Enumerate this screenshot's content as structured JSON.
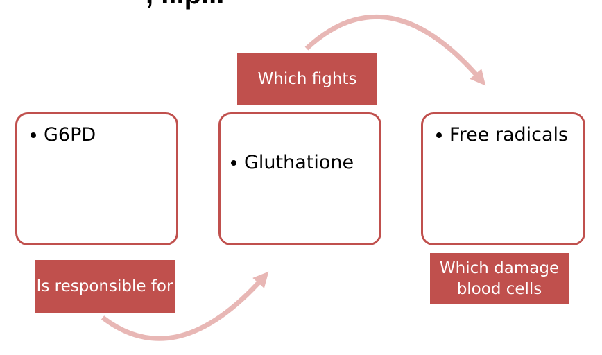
{
  "header": {
    "title_fragment": ", ...p..."
  },
  "colors": {
    "accent": "#c0504d",
    "arrow": "#e8b7b5",
    "text": "#000000",
    "background": "#ffffff"
  },
  "nodes": [
    {
      "text": "G6PD"
    },
    {
      "text": "Gluthatione"
    },
    {
      "text": "Free radicals"
    }
  ],
  "connectors": [
    {
      "text": "Which fights"
    },
    {
      "text": "Is responsible for"
    },
    {
      "text": "Which damage blood cells"
    }
  ]
}
